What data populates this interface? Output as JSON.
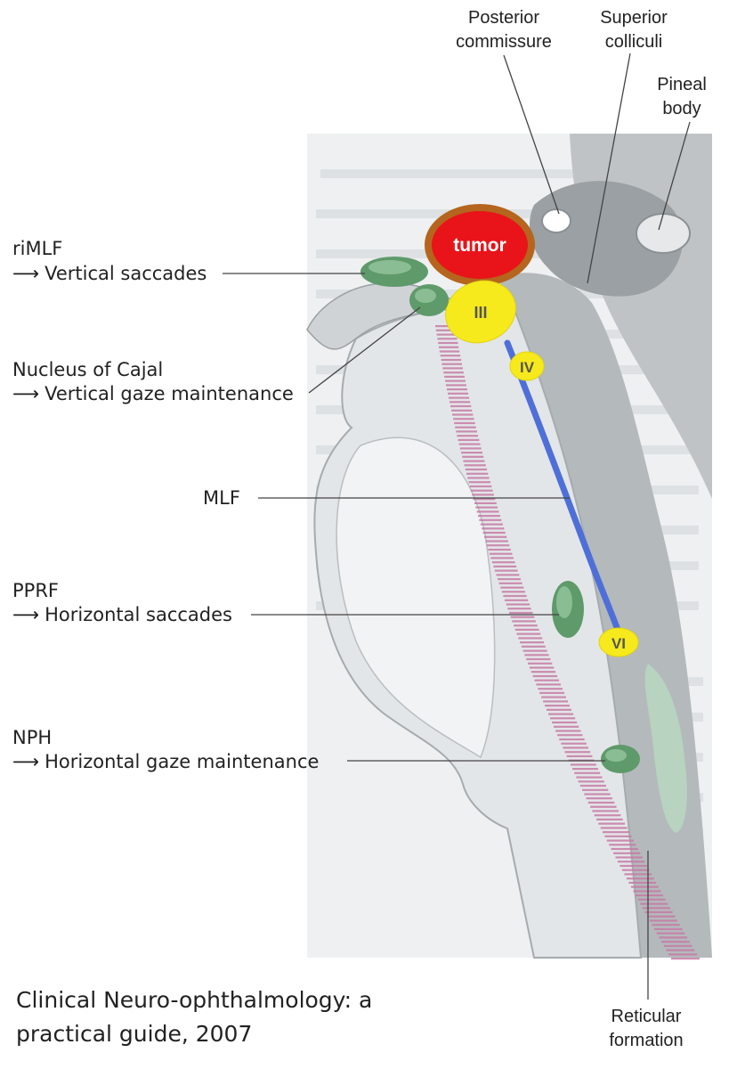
{
  "diagram": {
    "tumor_label": "tumor",
    "nuclei": {
      "iii": "III",
      "iv": "IV",
      "vi": "VI"
    },
    "labels": {
      "rimlf": {
        "name": "riMLF",
        "function": "Vertical saccades"
      },
      "cajal": {
        "name": "Nucleus of Cajal",
        "function": "Vertical gaze maintenance"
      },
      "mlf": {
        "name": "MLF"
      },
      "pprf": {
        "name": "PPRF",
        "function": "Horizontal saccades"
      },
      "nph": {
        "name": "NPH",
        "function": "Horizontal gaze maintenance"
      },
      "posterior_commissure": {
        "line1": "Posterior",
        "line2": "commissure"
      },
      "superior_colliculi": {
        "line1": "Superior",
        "line2": "colliculi"
      },
      "pineal_body": {
        "line1": "Pineal",
        "line2": "body"
      },
      "reticular_formation": {
        "line1": "Reticular",
        "line2": "formation"
      }
    },
    "arrow_glyph": "⟶",
    "colors": {
      "tumor_fill": "#e8141a",
      "tumor_rim": "#b5651d",
      "cranial_nuclei": "#f6ea1c",
      "control_nuclei": "#5e9a6a",
      "mlf_tract": "#4f6fd8",
      "reticular_dashes": "#c77aa6"
    }
  },
  "citation": {
    "line1": "Clinical Neuro-ophthalmology:  a",
    "line2": "practical guide, 2007"
  }
}
